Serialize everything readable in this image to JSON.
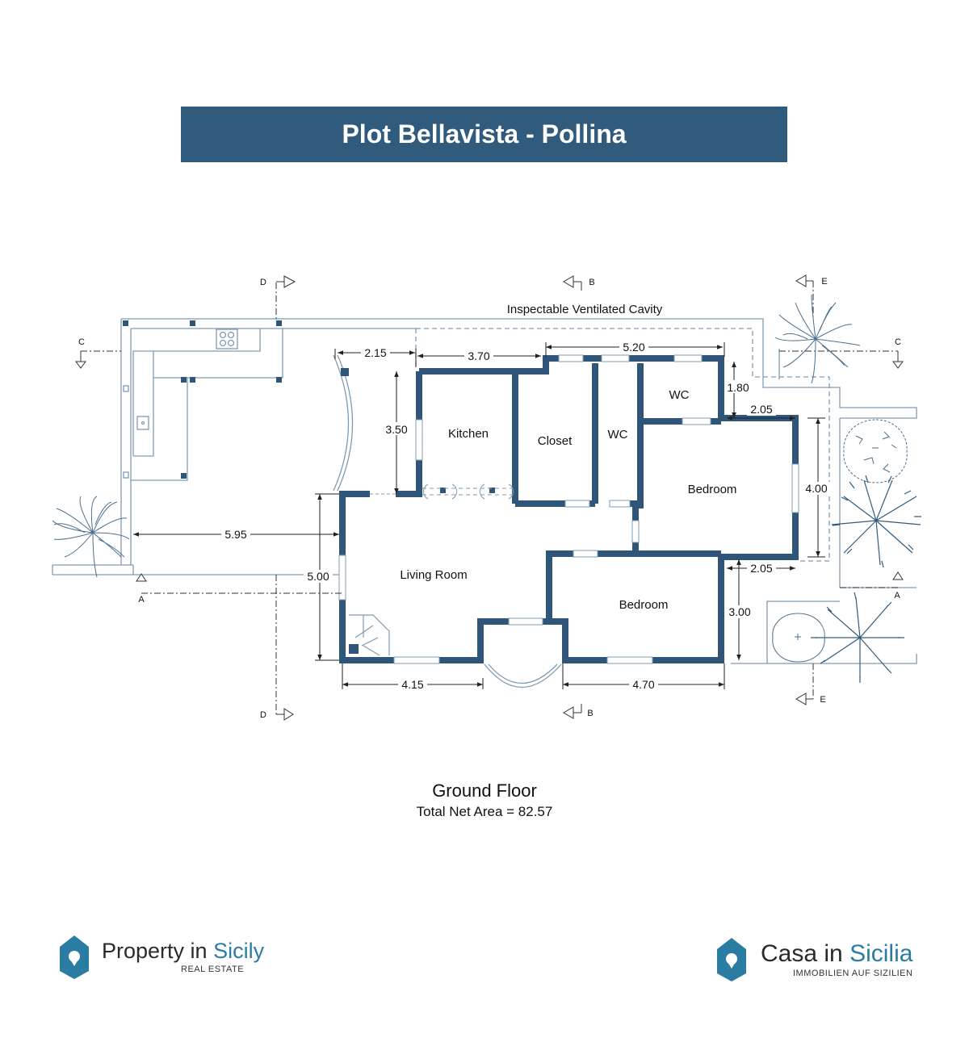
{
  "colors": {
    "primary": "#315b7d",
    "wall": "#2f5678",
    "line": "#7f9bb3",
    "accent_logo": "#2b7ca3"
  },
  "title": "Plot Bellavista - Pollina",
  "annotations": {
    "cavity": "Inspectable Ventilated Cavity"
  },
  "rooms": {
    "kitchen": "Kitchen",
    "closet": "Closet",
    "wc_1": "WC",
    "wc_2": "WC",
    "bedroom_1": "Bedroom",
    "bedroom_2": "Bedroom",
    "living_room": "Living Room"
  },
  "dimensions": {
    "d_2_15": "2.15",
    "d_3_70": "3.70",
    "d_5_20": "5.20",
    "d_1_80": "1.80",
    "d_2_05_top": "2.05",
    "d_3_50": "3.50",
    "d_4_00": "4.00",
    "d_5_95": "5.95",
    "d_5_00": "5.00",
    "d_2_05_bottom": "2.05",
    "d_3_00": "3.00",
    "d_4_15": "4.15",
    "d_4_70": "4.70"
  },
  "sections": {
    "d_top": "D",
    "b_top": "B",
    "e_top": "E",
    "c_left": "C",
    "c_right": "C",
    "a_left": "A",
    "a_right": "A",
    "d_bottom": "D",
    "b_bottom": "B",
    "e_bottom": "E"
  },
  "floor": {
    "name": "Ground Floor",
    "area": "Total Net Area = 82.57"
  },
  "logos": {
    "left": {
      "brand_a": "Property in ",
      "brand_b": "Sicily",
      "tagline": "REAL ESTATE"
    },
    "right": {
      "brand_a": "Casa in ",
      "brand_b": "Sicilia",
      "tagline": "IMMOBILIEN AUF SIZILIEN"
    }
  }
}
